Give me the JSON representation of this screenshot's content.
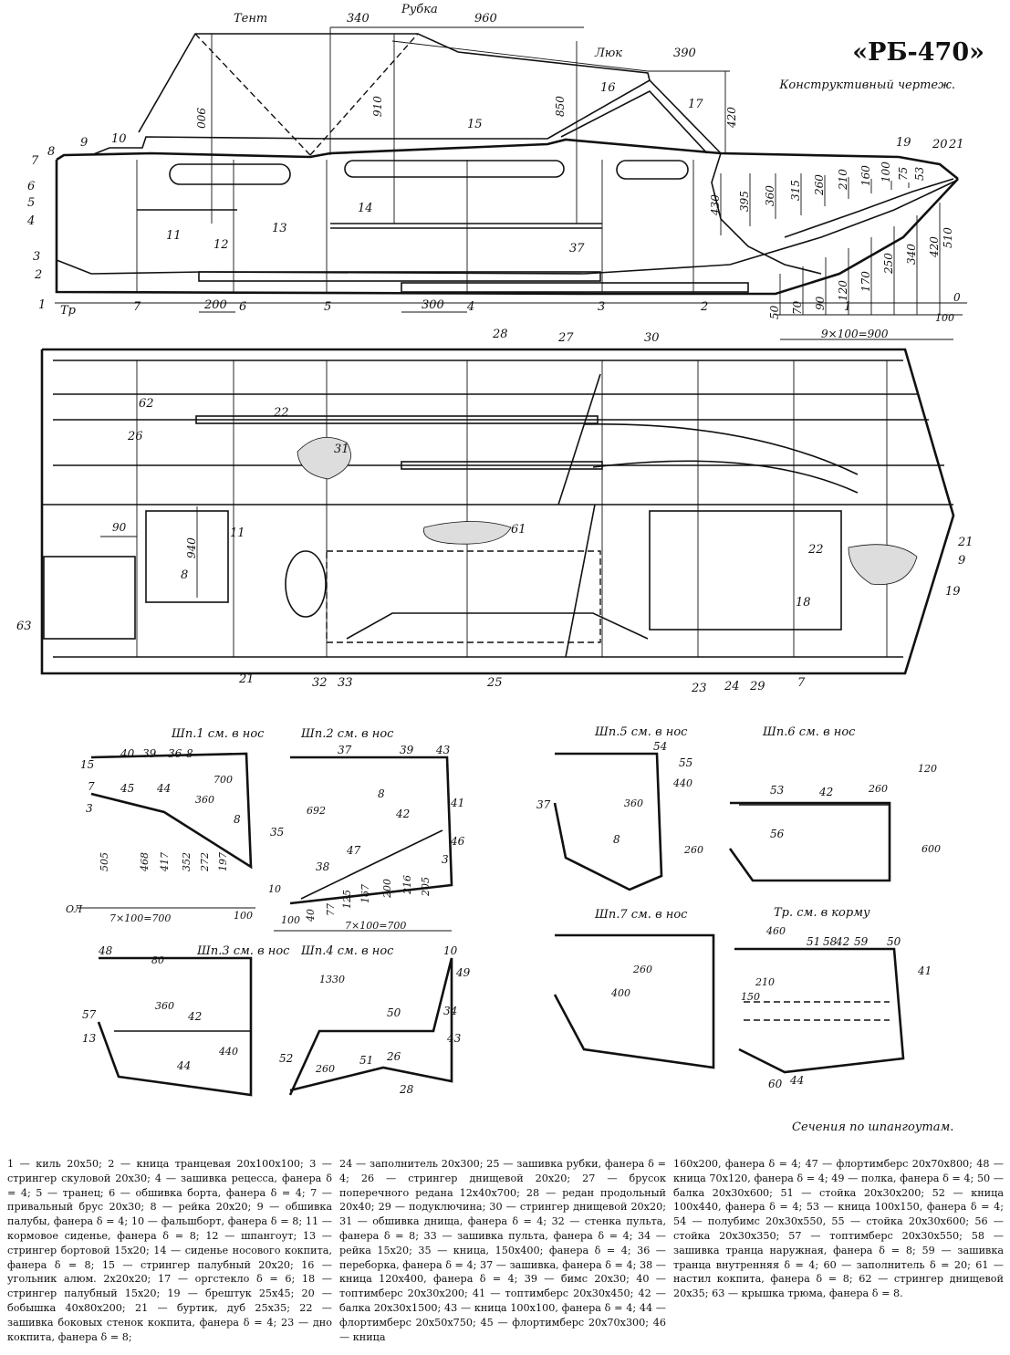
{
  "header": {
    "title": "«РБ-470»",
    "subtitle": "Конструктивный чертеж."
  },
  "side_view": {
    "labels": {
      "tent": "Тент",
      "cabin": "Рубка",
      "hatch": "Люк",
      "stern": "Тр",
      "zero": "0"
    },
    "dimensions": {
      "d340": "340",
      "d960": "960",
      "d390": "390",
      "d900": "900",
      "d910": "910",
      "d850": "850",
      "d420": "420",
      "d200": "200",
      "d300": "300",
      "base_step": "9×100=900",
      "base_end": "100",
      "heights_top": [
        "430",
        "395",
        "360",
        "315",
        "260",
        "210",
        "160",
        "100",
        "75",
        "53"
      ],
      "heights_bottom": [
        "50",
        "70",
        "90",
        "120",
        "170",
        "250",
        "340",
        "420",
        "510"
      ]
    },
    "callouts": [
      "1",
      "2",
      "3",
      "4",
      "5",
      "6",
      "7",
      "8",
      "9",
      "10",
      "11",
      "12",
      "13",
      "14",
      "15",
      "16",
      "17",
      "19",
      "20",
      "21",
      "37"
    ],
    "station_marks": [
      "7",
      "6",
      "5",
      "4",
      "3",
      "2",
      "1"
    ]
  },
  "plan_view": {
    "dimensions": {
      "d90": "90",
      "d940": "940"
    },
    "callouts": [
      "62",
      "22",
      "26",
      "28",
      "27",
      "30",
      "31",
      "11",
      "8",
      "63",
      "61",
      "22",
      "21",
      "9",
      "19",
      "18",
      "21",
      "32",
      "33",
      "25",
      "23",
      "24",
      "29",
      "7"
    ]
  },
  "sections": [
    {
      "title": "Шп.1",
      "note": "см. в нос",
      "dims": [
        "700",
        "360",
        "505",
        "468",
        "417",
        "352",
        "272",
        "197",
        "100",
        "7×100=700",
        "ОЛ"
      ],
      "callouts": [
        "15",
        "40",
        "39",
        "36",
        "8",
        "7",
        "3",
        "45",
        "44",
        "8",
        "35"
      ]
    },
    {
      "title": "Шп.2",
      "note": "см. в нос",
      "dims": [
        "692",
        "10",
        "100",
        "40",
        "77",
        "125",
        "167",
        "200",
        "216",
        "205",
        "7×100=700"
      ],
      "callouts": [
        "37",
        "39",
        "43",
        "8",
        "41",
        "42",
        "46",
        "47",
        "3",
        "38"
      ]
    },
    {
      "title": "Шп.3",
      "note": "см. в нос",
      "dims": [
        "80",
        "360",
        "440"
      ],
      "callouts": [
        "48",
        "57",
        "13",
        "42",
        "44"
      ]
    },
    {
      "title": "Шп.4",
      "note": "см. в нос",
      "dims": [
        "1330",
        "260"
      ],
      "callouts": [
        "10",
        "49",
        "34",
        "50",
        "43",
        "52",
        "51",
        "26",
        "28"
      ]
    },
    {
      "title": "Шп.5",
      "note": "см. в нос",
      "dims": [
        "440",
        "360",
        "260"
      ],
      "callouts": [
        "54",
        "55",
        "37",
        "8"
      ]
    },
    {
      "title": "Шп.6",
      "note": "см. в нос",
      "dims": [
        "120",
        "260",
        "600"
      ],
      "callouts": [
        "53",
        "42",
        "56"
      ]
    },
    {
      "title": "Шп.7",
      "note": "см. в нос",
      "dims": [
        "400",
        "260"
      ],
      "callouts": []
    },
    {
      "title": "Тр.",
      "note": "см. в корму",
      "dims": [
        "460",
        "210",
        "150"
      ],
      "callouts": [
        "51",
        "58",
        "42",
        "59",
        "50",
        "41",
        "60",
        "44"
      ]
    }
  ],
  "caption": "Сечения по шпангоутам.",
  "legend": {
    "col1": "1 — киль 20х50; 2 — кница транцевая 20х100х100; 3 — стрингер скуловой 20х30; 4 — зашивка рецесса, фанера δ = 4; 5 — транец; 6 — обшивка борта, фанера δ = 4; 7 — привальный брус 20х30; 8 — рейка 20х20; 9 — обшивка палубы, фанера δ = 4; 10 — фальшборт, фанера δ = 8; 11 — кормовое сиденье, фанера δ = 8; 12 — шпангоут; 13 — стрингер бортовой 15х20; 14 — сиденье носового кокпита, фанера δ = 8; 15 — стрингер палубный 20х20; 16 — угольник алюм. 2х20х20; 17 — оргстекло δ = 6; 18 — стрингер палубный 15х20; 19 — брештук 25х45; 20 — бобышка 40х80х200; 21 — буртик, дуб 25х35; 22 — зашивка боковых стенок кокпита, фанера δ = 4; 23 — дно кокпита, фанера δ = 8;",
    "col2": "24 — заполнитель 20х300; 25 — зашивка рубки, фанера δ = 4; 26 — стрингер днищевой 20х20; 27 — брусок поперечного редана 12х40х700; 28 — редан продольный 20х40; 29 — подуключина; 30 — стрингер днищевой 20х20; 31 — обшивка днища, фанера δ = 4; 32 — стенка пульта, фанера δ = 8; 33 — зашивка пульта, фанера δ = 4; 34 — рейка 15х20; 35 — кница, 150х400; фанера δ = 4; 36 — переборка, фанера δ = 4; 37 — зашивка, фанера δ = 4; 38 — кница 120х400, фанера δ = 4; 39 — бимс 20х30; 40 — топтимберс 20х30х200; 41 — топтимберс 20х30х450; 42 — балка 20х30х1500; 43 — кница 100х100, фанера δ = 4; 44 — флортимберс 20х50х750; 45 — флортимберс 20х70х300; 46 — кница",
    "col3": "160х200, фанера δ = 4; 47 — флортимберс 20х70х800; 48 — кница 70х120, фанера δ = 4; 49 — полка, фанера δ = 4; 50 — балка 20х30х600; 51 — стойка 20х30х200; 52 — кница 100х440, фанера δ = 4; 53 — кница 100х150, фанера δ = 4; 54 — полубимс 20х30х550, 55 — стойка 20х30х600; 56 — стойка 20х30х350; 57 — топтимберс 20х30х550; 58 — зашивка транца наружная, фанера δ = 8; 59 — зашивка транца внутренняя δ = 4; 60 — заполнитель δ = 20; 61 — настил кокпита, фанера δ = 8; 62 — стрингер днищевой 20х35; 63 — крышка трюма, фанера δ = 8."
  }
}
